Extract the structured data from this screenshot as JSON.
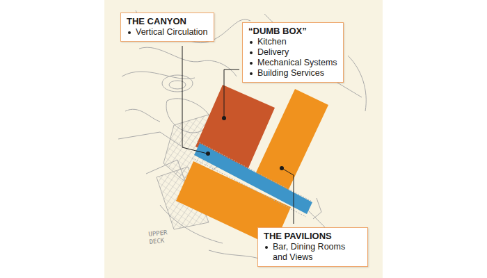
{
  "diagram": {
    "nodes": [
      {
        "text": [
          "THE CANYON",
          "Vertical Circulation"
        ]
      },
      {
        "text": [
          "“DUMB BOX”",
          "Kitchen",
          "Delivery",
          "Mechanical Systems",
          "Building Services"
        ]
      },
      {
        "text": [
          "THE PAVILIONS",
          "Bar, Dining Rooms and Views"
        ]
      }
    ],
    "labels": [
      "UPPER DECK"
    ]
  }
}
